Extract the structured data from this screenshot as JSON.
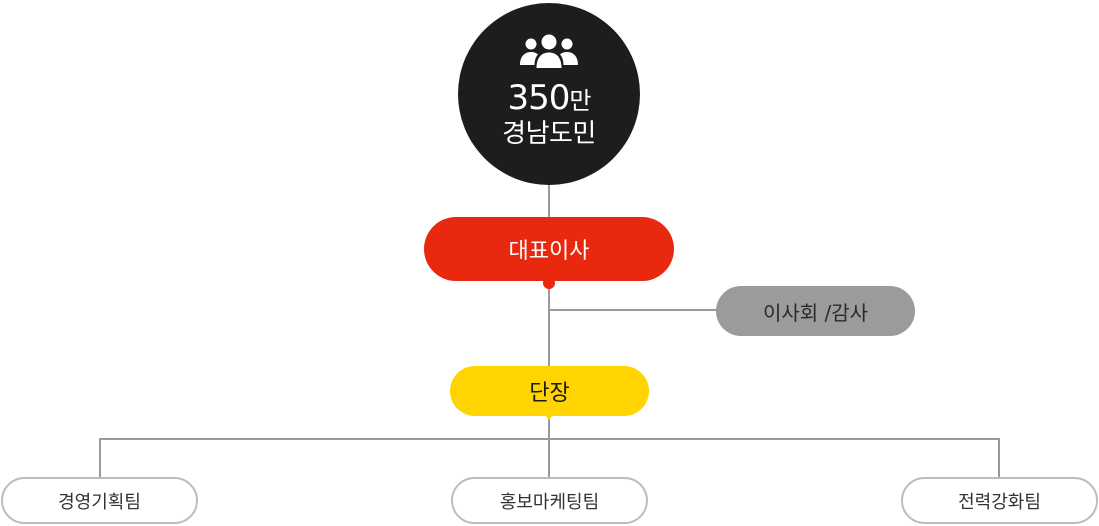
{
  "org_chart": {
    "root": {
      "icon": "people-group-icon",
      "count": "350",
      "count_unit": "만",
      "name": "경남도민"
    },
    "ceo": {
      "label": "대표이사"
    },
    "board": {
      "label": "이사회 /감사"
    },
    "head": {
      "label": "단장"
    },
    "teams": [
      {
        "label": "경영기획팀"
      },
      {
        "label": "홍보마케팅팀"
      },
      {
        "label": "전력강화팀"
      }
    ],
    "colors": {
      "root_fill": "#1d1d1d",
      "ceo_fill": "#e8280f",
      "board_fill": "#9b9b9b",
      "head_fill": "#ffd400",
      "team_border": "#bdbdbd",
      "connector": "#9a9a9a"
    }
  }
}
